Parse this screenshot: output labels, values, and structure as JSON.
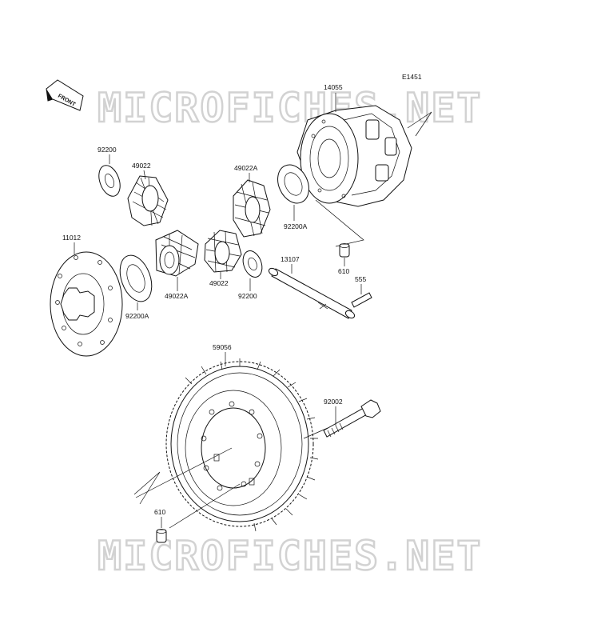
{
  "diagram": {
    "ref_code": "E1451",
    "front_label": "FRONT",
    "watermark_top": "MICROFICHES.NET",
    "watermark_bottom": "MICROFICHES.NET",
    "parts": [
      {
        "id": "p14055",
        "number": "14055",
        "name": "differential-case"
      },
      {
        "id": "p92200a_top",
        "number": "92200",
        "name": "washer-small-top"
      },
      {
        "id": "p49022_top",
        "number": "49022",
        "name": "bevel-gear-top"
      },
      {
        "id": "p49022a_top",
        "number": "49022A",
        "name": "side-bevel-gear-top"
      },
      {
        "id": "p92200A_right",
        "number": "92200A",
        "name": "washer-large-right"
      },
      {
        "id": "p11012",
        "number": "11012",
        "name": "case-cover"
      },
      {
        "id": "p92200A_left",
        "number": "92200A",
        "name": "washer-large-left"
      },
      {
        "id": "p49022A_mid",
        "number": "49022A",
        "name": "side-bevel-gear-mid"
      },
      {
        "id": "p49022_mid",
        "number": "49022",
        "name": "bevel-gear-mid"
      },
      {
        "id": "p92200_mid",
        "number": "92200",
        "name": "washer-small-mid"
      },
      {
        "id": "p13107",
        "number": "13107",
        "name": "pinion-shaft"
      },
      {
        "id": "p610_top",
        "number": "610",
        "name": "dowel-pin-top"
      },
      {
        "id": "p555",
        "number": "555",
        "name": "pin"
      },
      {
        "id": "p59056",
        "number": "59056",
        "name": "ring-gear"
      },
      {
        "id": "p92002",
        "number": "92002",
        "name": "bolt"
      },
      {
        "id": "p610_bottom",
        "number": "610",
        "name": "dowel-pin-bottom"
      }
    ]
  }
}
